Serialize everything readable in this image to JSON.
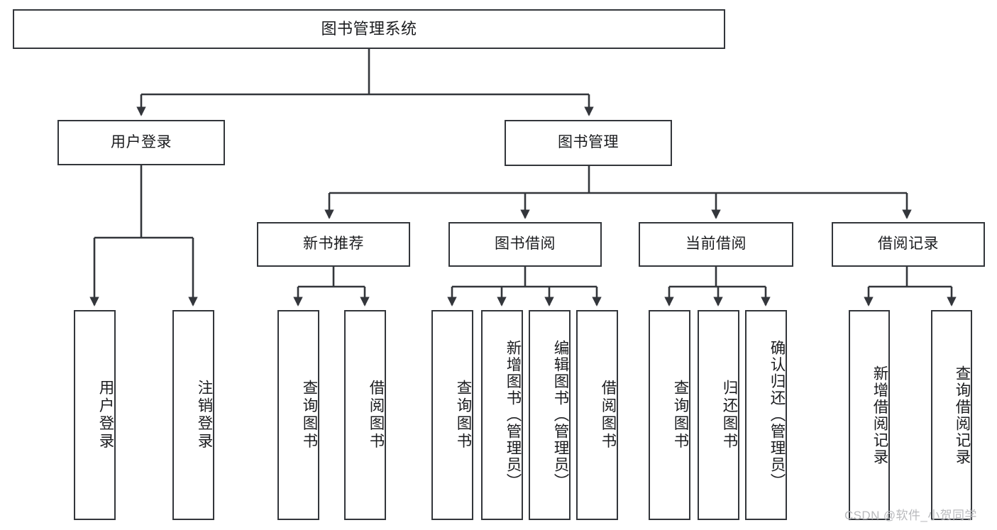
{
  "diagram": {
    "title": "图书管理系统",
    "type": "functional-structure-tree",
    "colors": {
      "box_border": "#33363b",
      "box_fill": "#ffffff",
      "edge": "#33363b",
      "text": "#1b1c1f",
      "watermark": "#b9babd",
      "background": "#ffffff"
    },
    "nodes": {
      "root": {
        "label": "图书管理系统"
      },
      "level2": [
        {
          "label": "用户登录"
        },
        {
          "label": "图书管理"
        }
      ],
      "level3": [
        {
          "label": "新书推荐"
        },
        {
          "label": "图书借阅"
        },
        {
          "label": "当前借阅"
        },
        {
          "label": "借阅记录"
        }
      ],
      "leaves_user_login": [
        {
          "label": "用户登录"
        },
        {
          "label": "注销登录"
        }
      ],
      "leaves_new_book": [
        {
          "label": "查询图书"
        },
        {
          "label": "借阅图书"
        }
      ],
      "leaves_borrow": [
        {
          "label": "查询图书"
        },
        {
          "label": "新增图书（管理员）"
        },
        {
          "label": "编辑图书（管理员）"
        },
        {
          "label": "借阅图书"
        }
      ],
      "leaves_current": [
        {
          "label": "查询图书"
        },
        {
          "label": "归还图书"
        },
        {
          "label": "确认归还（管理员）"
        }
      ],
      "leaves_records": [
        {
          "label": "新增借阅记录"
        },
        {
          "label": "查询借阅记录"
        }
      ]
    },
    "watermark": "CSDN @软件_小贺同学"
  }
}
